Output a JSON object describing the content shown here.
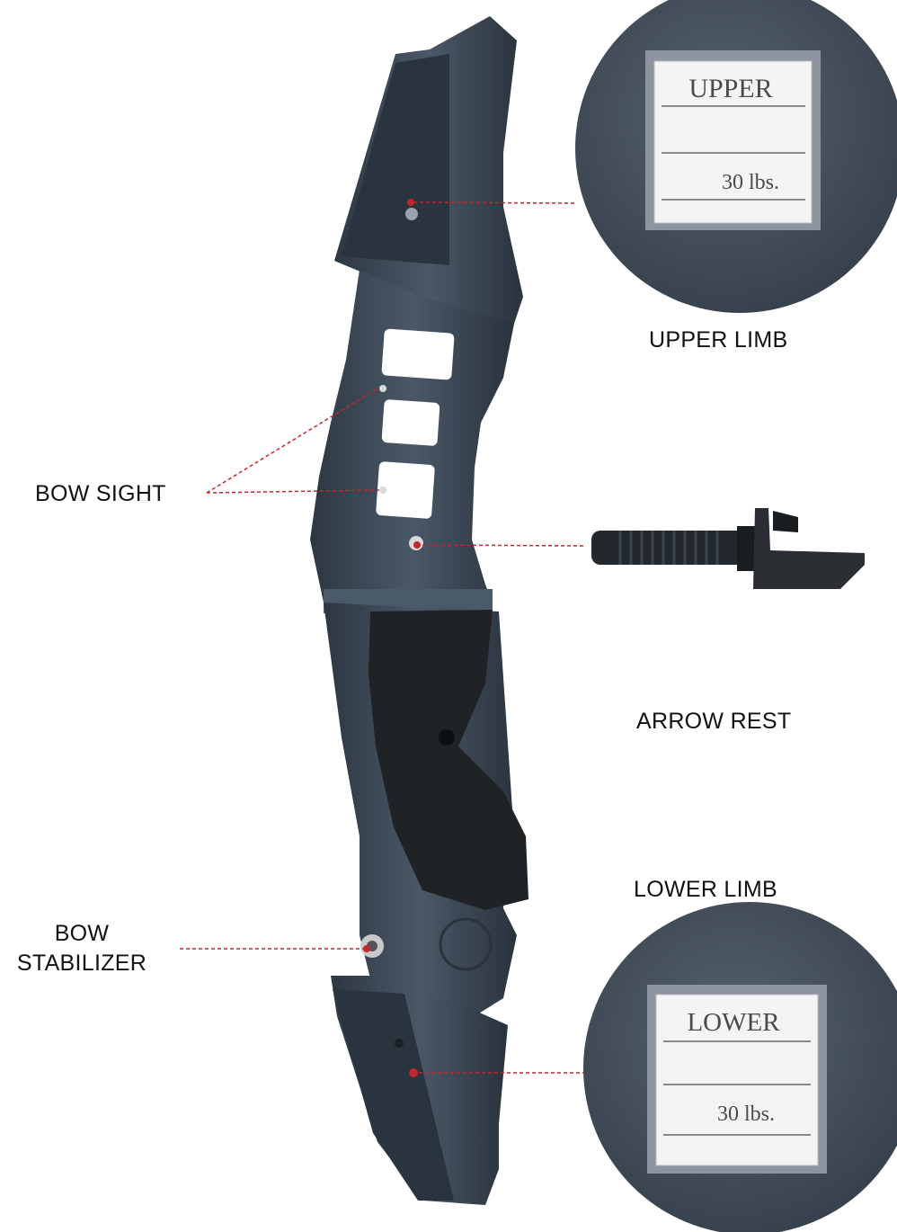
{
  "callouts": {
    "upper_limb": "UPPER LIMB",
    "bow_sight": "BOW SIGHT",
    "arrow_rest": "ARROW REST",
    "lower_limb": "LOWER LIMB",
    "bow_stabilizer_line1": "BOW",
    "bow_stabilizer_line2": "STABILIZER"
  },
  "upper_tag": {
    "title": "UPPER",
    "weight": "30 lbs."
  },
  "lower_tag": {
    "title": "LOWER",
    "weight": "30 lbs."
  },
  "colors": {
    "riser": "#3f4c5a",
    "riser_dark": "#27313c",
    "grip": "#1f2326",
    "leader_line": "#c0282d",
    "zoom_circle": "#4a5666"
  },
  "icons": [
    "bow-riser-image",
    "arrow-rest-image",
    "upper-limb-zoom-circle",
    "lower-limb-zoom-circle"
  ]
}
